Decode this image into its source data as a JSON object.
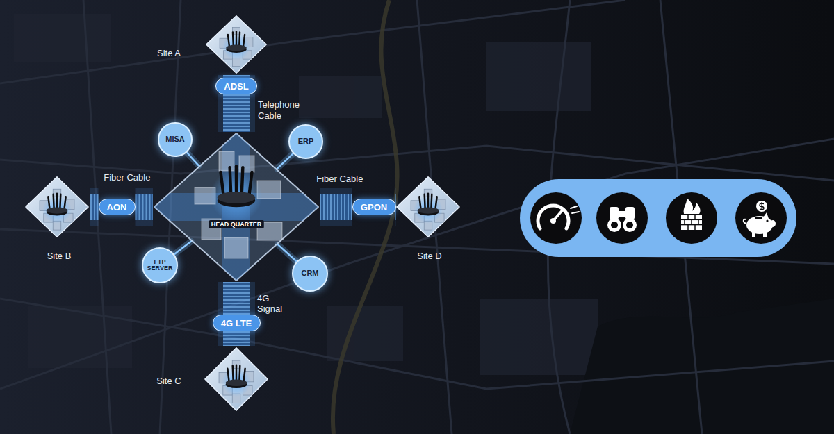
{
  "diagram": {
    "nodes": [
      {
        "text": [
          "Site A"
        ]
      },
      {
        "text": [
          "ADSL"
        ]
      },
      {
        "text": [
          "MISA"
        ]
      },
      {
        "text": [
          "ERP"
        ]
      },
      {
        "text": [
          "Site B"
        ]
      },
      {
        "text": [
          "AON"
        ]
      },
      {
        "text": [
          "HEAD QUARTER"
        ]
      },
      {
        "text": [
          "GPON"
        ]
      },
      {
        "text": [
          "Site D"
        ]
      },
      {
        "text": [
          "FTP SERVER"
        ]
      },
      {
        "text": [
          "CRM"
        ]
      },
      {
        "text": [
          "4G LTE"
        ]
      },
      {
        "text": [
          "Site C"
        ]
      }
    ],
    "edges": [
      {
        "from": 0,
        "to": 1,
        "arrow": "none"
      },
      {
        "from": 1,
        "to": 6,
        "arrow": "none",
        "label": "Telephone Cable"
      },
      {
        "from": 4,
        "to": 5,
        "arrow": "none"
      },
      {
        "from": 5,
        "to": 6,
        "arrow": "none",
        "label": "Fiber Cable"
      },
      {
        "from": 6,
        "to": 7,
        "arrow": "none",
        "label": "Fiber Cable"
      },
      {
        "from": 7,
        "to": 8,
        "arrow": "none"
      },
      {
        "from": 6,
        "to": 11,
        "arrow": "none",
        "label": "4G Signal"
      },
      {
        "from": 11,
        "to": 12,
        "arrow": "none"
      },
      {
        "from": 6,
        "to": 2,
        "arrow": "none"
      },
      {
        "from": 6,
        "to": 3,
        "arrow": "none"
      },
      {
        "from": 6,
        "to": 9,
        "arrow": "none"
      },
      {
        "from": 6,
        "to": 10,
        "arrow": "none"
      }
    ]
  }
}
